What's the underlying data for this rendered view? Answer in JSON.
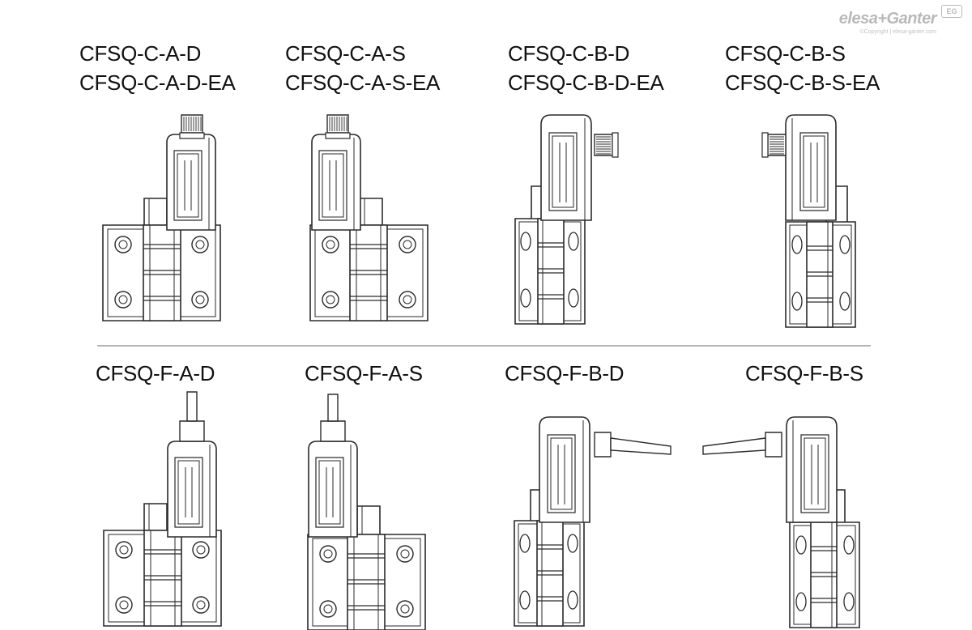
{
  "logo": {
    "brand": "elesa+Ganter",
    "badge": "EG",
    "copyright": "©Copyright | elesa-ganter.com"
  },
  "top_row": [
    {
      "code": "CFSQ-C-A-D",
      "code_ea": "CFSQ-C-A-D-EA"
    },
    {
      "code": "CFSQ-C-A-S",
      "code_ea": "CFSQ-C-A-S-EA"
    },
    {
      "code": "CFSQ-C-B-D",
      "code_ea": "CFSQ-C-B-D-EA"
    },
    {
      "code": "CFSQ-C-B-S",
      "code_ea": "CFSQ-C-B-S-EA"
    }
  ],
  "bottom_row": [
    {
      "code": "CFSQ-F-A-D"
    },
    {
      "code": "CFSQ-F-A-S"
    },
    {
      "code": "CFSQ-F-B-D"
    },
    {
      "code": "CFSQ-F-B-S"
    }
  ],
  "colors": {
    "line": "#2a2a2a",
    "divider": "#b5b5b5",
    "logo": "#b9b9b9"
  }
}
